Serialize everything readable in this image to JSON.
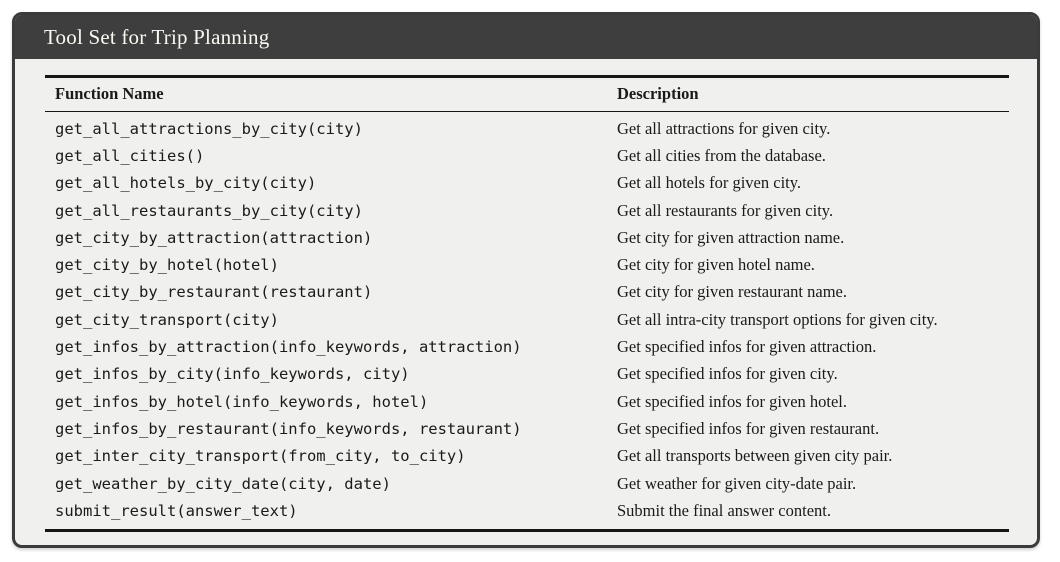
{
  "panel": {
    "title": "Tool Set for Trip Planning",
    "colors": {
      "header_bg": "#3e3e3e",
      "body_bg": "#f0f0ee",
      "border": "#3b3b3b",
      "title_text": "#faf8f1",
      "rule": "#161616",
      "text": "#1a1a1a"
    }
  },
  "table": {
    "headers": {
      "function": "Function Name",
      "description": "Description"
    },
    "rows": [
      {
        "function": "get_all_attractions_by_city(city)",
        "description": "Get all attractions for given city."
      },
      {
        "function": "get_all_cities()",
        "description": "Get all cities from the database."
      },
      {
        "function": "get_all_hotels_by_city(city)",
        "description": "Get all hotels for given city."
      },
      {
        "function": "get_all_restaurants_by_city(city)",
        "description": "Get all restaurants for given city."
      },
      {
        "function": "get_city_by_attraction(attraction)",
        "description": "Get city for given attraction name."
      },
      {
        "function": "get_city_by_hotel(hotel)",
        "description": "Get city for given hotel name."
      },
      {
        "function": "get_city_by_restaurant(restaurant)",
        "description": "Get city for given restaurant name."
      },
      {
        "function": "get_city_transport(city)",
        "description": "Get all intra-city transport options for given city."
      },
      {
        "function": "get_infos_by_attraction(info_keywords, attraction)",
        "description": "Get specified infos for given attraction."
      },
      {
        "function": "get_infos_by_city(info_keywords, city)",
        "description": "Get specified infos for given city."
      },
      {
        "function": "get_infos_by_hotel(info_keywords, hotel)",
        "description": "Get specified infos for given hotel."
      },
      {
        "function": "get_infos_by_restaurant(info_keywords, restaurant)",
        "description": "Get specified infos for given restaurant."
      },
      {
        "function": "get_inter_city_transport(from_city, to_city)",
        "description": "Get all transports between given city pair."
      },
      {
        "function": "get_weather_by_city_date(city, date)",
        "description": "Get weather for given city-date pair."
      },
      {
        "function": "submit_result(answer_text)",
        "description": "Submit the final answer content."
      }
    ]
  }
}
